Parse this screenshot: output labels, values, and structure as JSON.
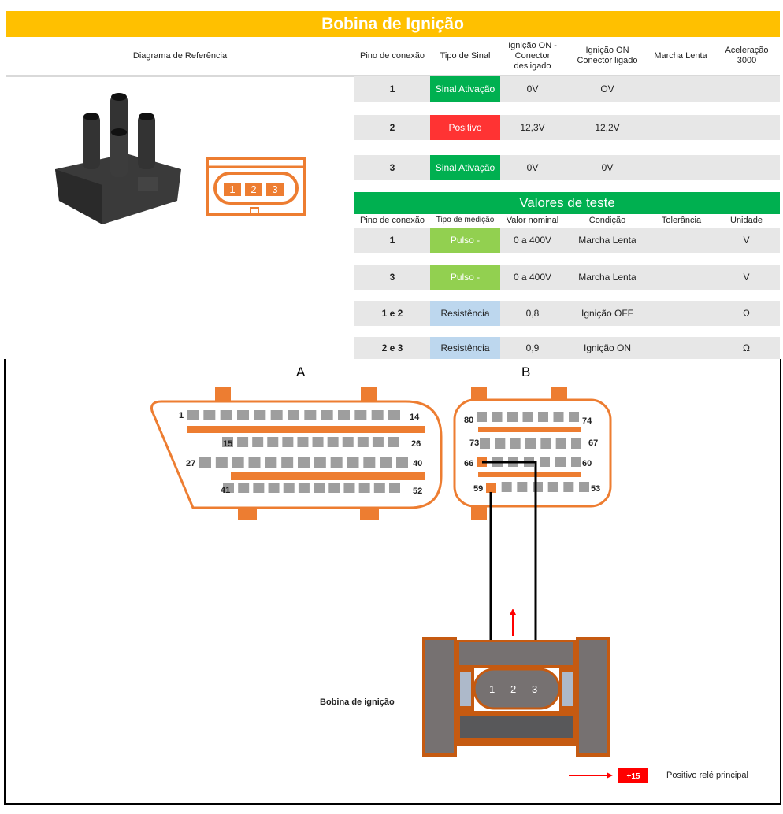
{
  "title": "Bobina de Ignição",
  "headers": {
    "diagram": "Diagrama de Referência",
    "pin": "Pino de conexão",
    "signal": "Tipo de Sinal",
    "ign_off": "Ignição ON - Conector desligado",
    "ign_on": "Ignição ON Conector ligado",
    "idle": "Marcha Lenta",
    "accel": "Aceleração 3000"
  },
  "signal_rows": [
    {
      "pin": "1",
      "type": "Sinal Ativação",
      "off": "0V",
      "on": "OV",
      "color": "#00B050"
    },
    {
      "pin": "2",
      "type": "Positivo",
      "off": "12,3V",
      "on": "12,2V",
      "color": "#FF3333"
    },
    {
      "pin": "3",
      "type": "Sinal Ativação",
      "off": "0V",
      "on": "0V",
      "color": "#00B050"
    }
  ],
  "test": {
    "title": "Valores de teste",
    "headers": {
      "pin": "Pino de conexão",
      "type": "Tipo de medição",
      "nominal": "Valor nominal",
      "condition": "Condição",
      "tolerance": "Tolerância",
      "unit": "Unidade"
    },
    "rows": [
      {
        "pin": "1",
        "type": "Pulso -",
        "nominal": "0 a 400V",
        "condition": "Marcha Lenta",
        "unit": "V"
      },
      {
        "pin": "3",
        "type": "Pulso -",
        "nominal": "0 a 400V",
        "condition": "Marcha Lenta",
        "unit": "V"
      },
      {
        "pin": "1 e 2",
        "type": "Resistência",
        "nominal": "0,8",
        "condition": "Ignição OFF",
        "unit": "Ω"
      },
      {
        "pin": "2 e 3",
        "type": "Resistência",
        "nominal": "0,9",
        "condition": "Ignição ON",
        "unit": "Ω"
      }
    ]
  },
  "connector_pins": [
    "1",
    "2",
    "3"
  ],
  "ecu": {
    "a_label": "A",
    "b_label": "B",
    "a_pins": {
      "r1s": "1",
      "r1e": "14",
      "r2s": "15",
      "r2e": "26",
      "r3s": "27",
      "r3e": "40",
      "r4s": "41",
      "r4e": "52"
    },
    "b_pins": {
      "r1s": "80",
      "r1e": "74",
      "r2s": "73",
      "r2e": "67",
      "r3s": "66",
      "r3e": "60",
      "r4s": "59",
      "r4e": "53"
    }
  },
  "coil": {
    "label": "Bobina de ignição",
    "pins": [
      "1",
      "2",
      "3"
    ]
  },
  "legend": {
    "badge": "+15",
    "text": "Positivo relé principal"
  },
  "colors": {
    "orange": "#ED7D31",
    "yellow": "#FFC000",
    "green": "#00B050"
  }
}
